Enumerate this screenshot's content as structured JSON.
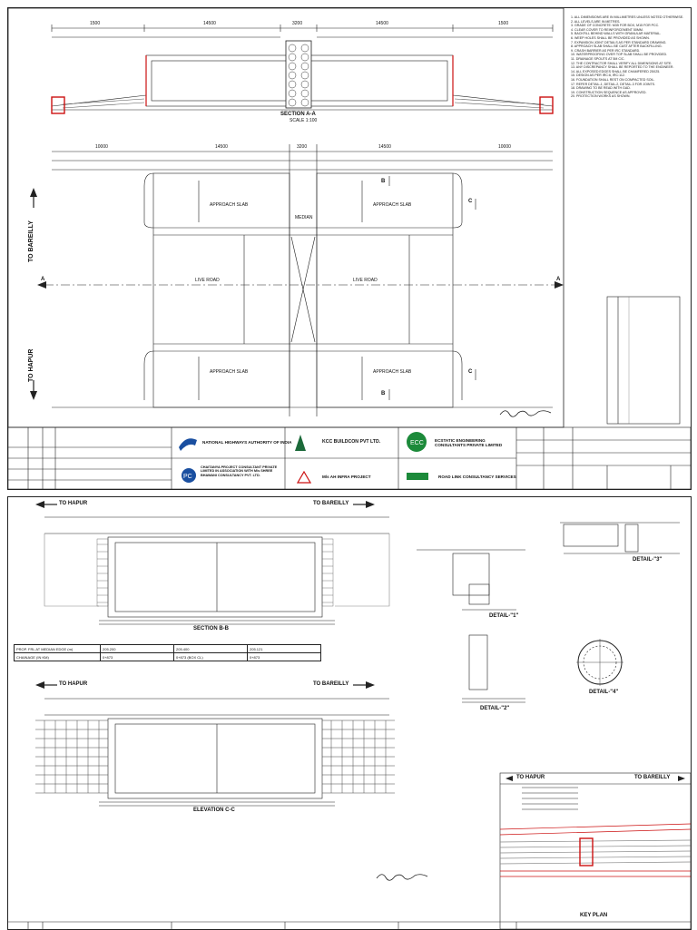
{
  "sheet1": {
    "section_title": "SECTION A-A",
    "section_scale": "SCALE 1:100",
    "side_left": "TO BAREILLY",
    "side_right": "TO HAPUR",
    "axis_label": "A",
    "plan_labels": {
      "approach_slab": "APPROACH SLAB",
      "live_road": "LIVE ROAD",
      "median": "MEDIAN",
      "section_b": "B",
      "section_c": "C"
    },
    "dims_top": [
      "1500",
      "14500",
      "3200",
      "14500",
      "1500"
    ],
    "dims_plan": [
      "10000",
      "14500",
      "3200",
      "14500",
      "10000"
    ],
    "notes": [
      "1. ALL DIMENSIONS ARE IN MILLIMETRES UNLESS NOTED OTHERWISE.",
      "2. ALL LEVELS ARE IN METRES.",
      "3. GRADE OF CONCRETE: M35 FOR BOX, M15 FOR PCC.",
      "4. CLEAR COVER TO REINFORCEMENT 50MM.",
      "5. BACKFILL BEHIND WALLS WITH GRANULAR MATERIAL.",
      "6. WEEP HOLES SHALL BE PROVIDED AS SHOWN.",
      "7. EXPANSION JOINT DETAILS AS PER STANDARD DRAWING.",
      "8. APPROACH SLAB SHALL BE CAST AFTER BACKFILLING.",
      "9. CRASH BARRIER AS PER IRC STANDARD.",
      "10. WATERPROOFING OVER TOP SLAB SHALL BE PROVIDED.",
      "11. DRAINAGE SPOUTS AT 5M C/C.",
      "12. THE CONTRACTOR SHALL VERIFY ALL DIMENSIONS AT SITE.",
      "13. ANY DISCREPANCY SHALL BE REPORTED TO THE ENGINEER.",
      "14. ALL EXPOSED EDGES SHALL BE CHAMFERED 25X25.",
      "15. DESIGN AS PER IRC:6, IRC:112.",
      "16. FOUNDATION SHALL REST ON COMPACTED SOIL.",
      "17. REFER DETAIL-1, DETAIL-2, DETAIL-3 FOR JOINTS.",
      "18. DRAWING TO BE READ WITH GAD.",
      "19. CONSTRUCTION SEQUENCE AS APPROVED.",
      "20. PROTECTION WORKS AS SHOWN."
    ],
    "firms": {
      "nhai": "NATIONAL HIGHWAYS AUTHORITY OF INDIA",
      "kcc": "KCC BUILDCON PVT LTD.",
      "ecc": "ECSTATIC ENGINEERING CONSULTANTS PRIVATE LIMITED",
      "chaitanya": "CHAITANYA PROJECT CONSULTANT PRIVATE LIMITED IN ASSOCIATION WITH M/s SHREE BHAWANI CONSULTANCY PVT. LTD.",
      "ah": "M/s AH INFRA PROJECT",
      "rlc": "ROAD LINK CONSULTANCY SERVICES"
    }
  },
  "sheet2": {
    "to_hapur": "TO HAPUR",
    "to_bareilly": "TO BAREILLY",
    "section_bb": "SECTION B-B",
    "elevation_cc": "ELEVATION C-C",
    "detail1": "DETAIL-\"1\"",
    "detail2": "DETAIL-\"2\"",
    "detail3": "DETAIL-\"3\"",
    "detail4": "DETAIL-\"4\"",
    "key_plan": "KEY PLAN",
    "table": {
      "row1_label": "PROP. FRL AT MEDIAN EDGE (m)",
      "row1_values": [
        "205.200",
        "205.400",
        "205.121"
      ],
      "row2_label": "CHAINAGE (IN KM)",
      "row2_values": [
        "0+873",
        "0+873 (BOX CL)",
        "0+873"
      ]
    }
  },
  "colors": {
    "line": "#222222",
    "red": "#cc1111",
    "blue": "#1a4fa0",
    "green": "#1c8a3a"
  }
}
